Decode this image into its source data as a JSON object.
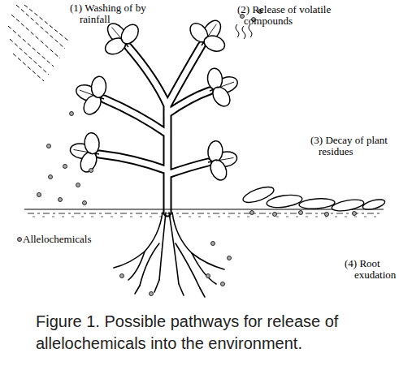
{
  "diagram": {
    "caption": "Figure 1. Possible pathways for release of allelochemicals into the environment.",
    "labels": [
      "(1) Washing of by rainfall",
      "(2) Release of volatile compounds",
      "(3) Decay of plant residues",
      "Allelochemicals",
      "(4) Root exudation"
    ]
  }
}
